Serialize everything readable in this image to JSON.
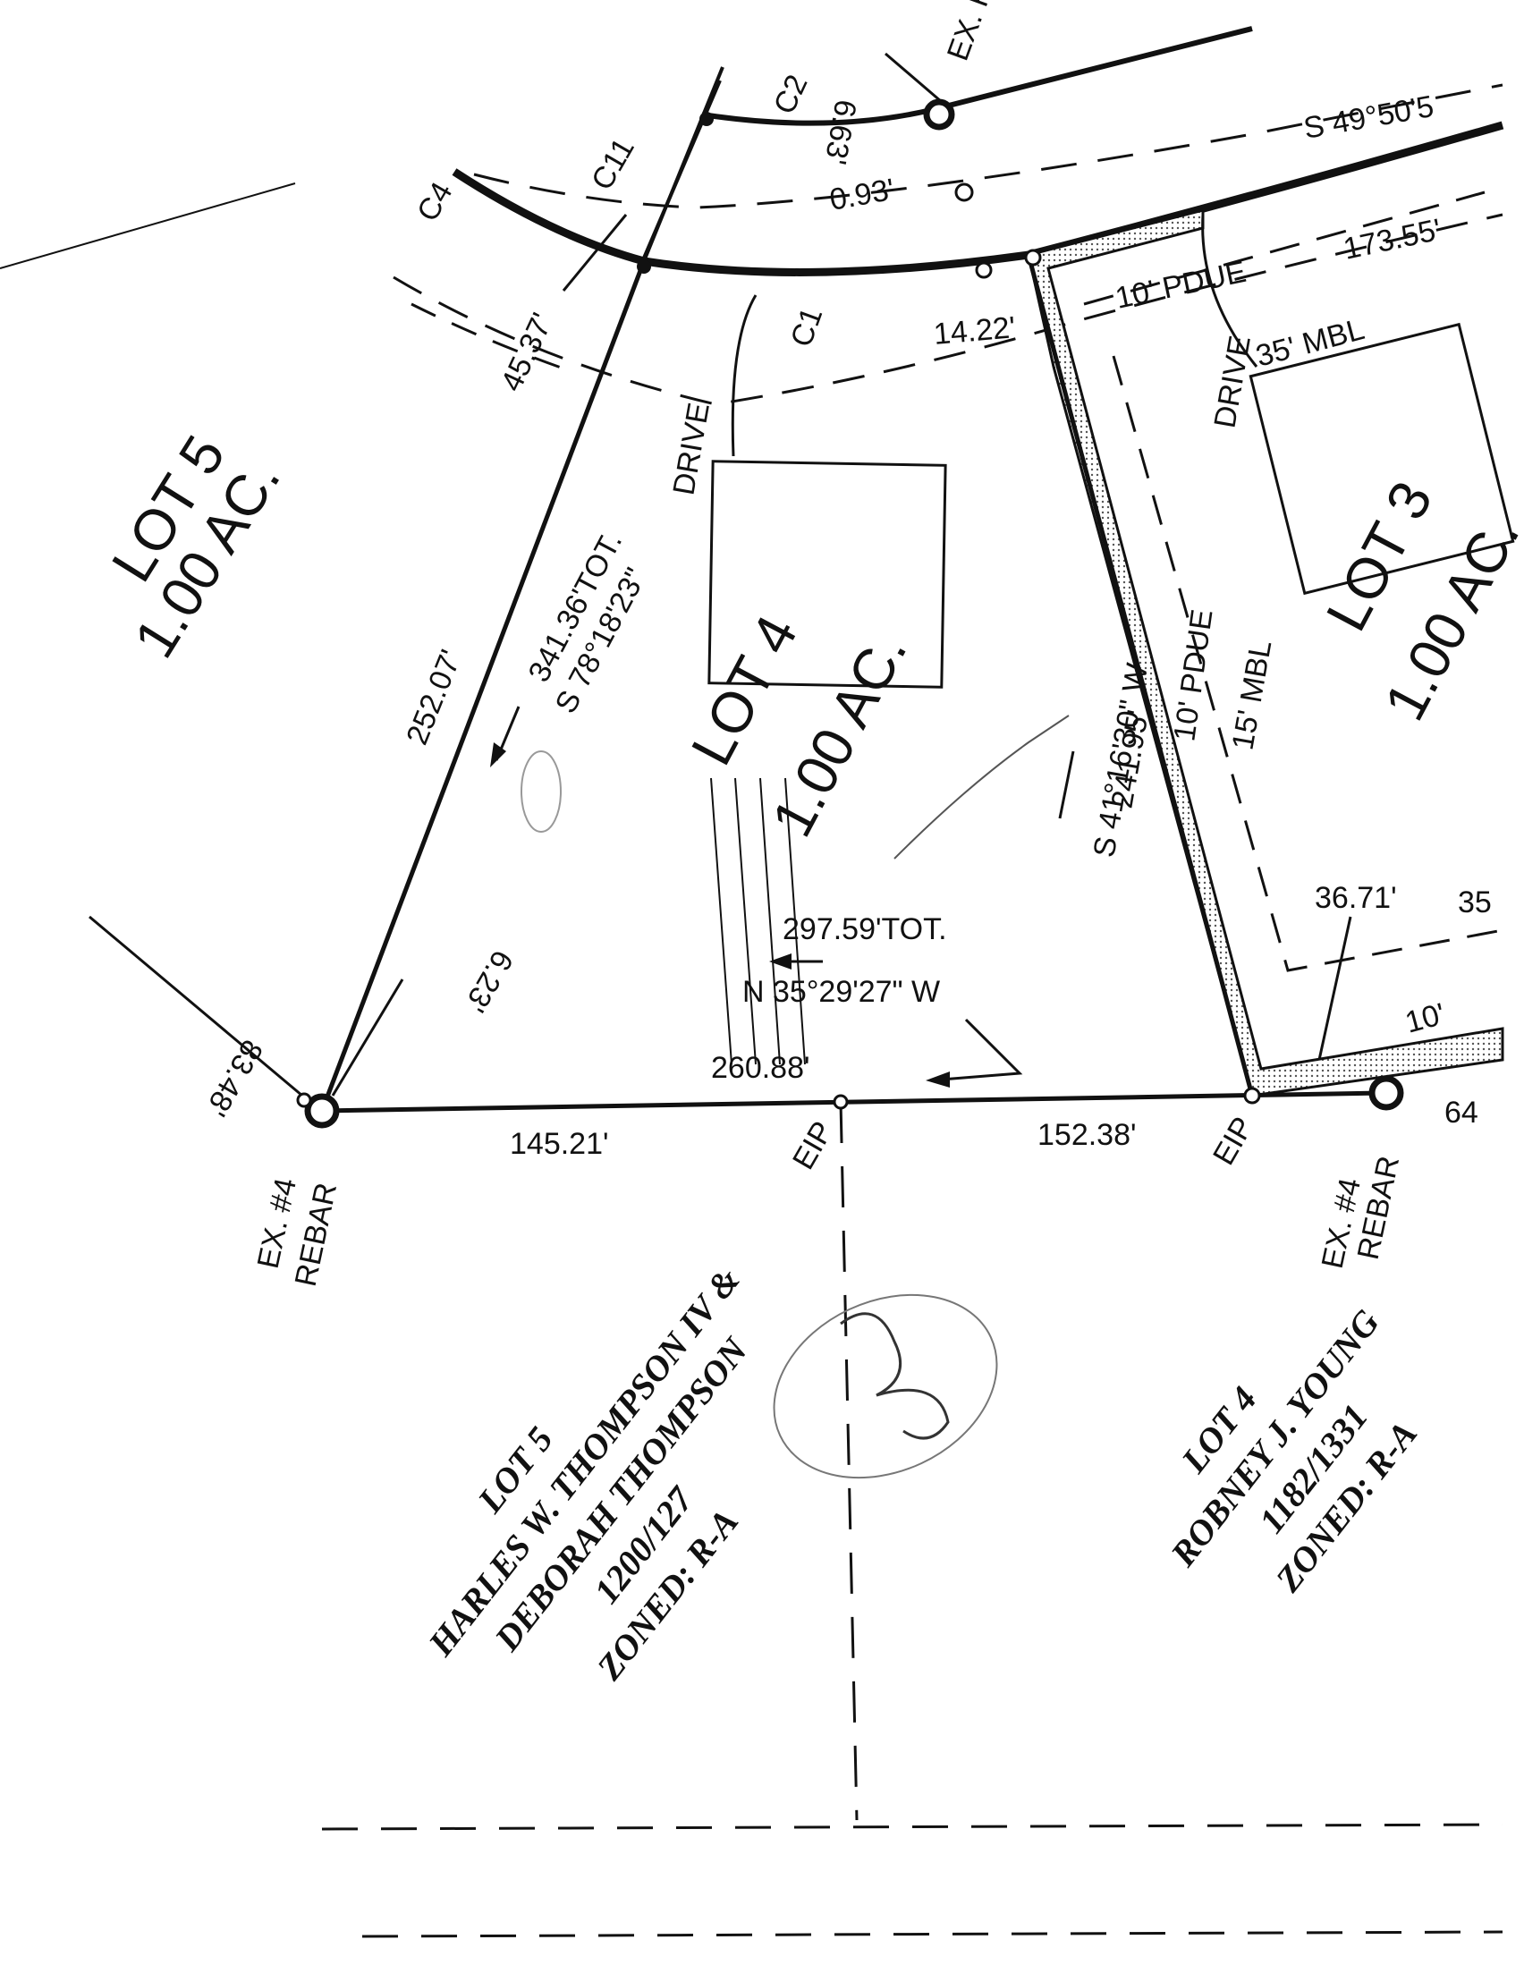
{
  "colors": {
    "ink": "#111111",
    "paper": "#ffffff",
    "easement": "#c8c8c8"
  },
  "labels": {
    "lot5_main": "LOT 5",
    "lot5_main_ac": "1.00 AC.",
    "lot4_main": "LOT 4",
    "lot4_main_ac": "1.00 AC.",
    "lot3_main": "LOT 3",
    "lot3_main_ac": "1.00 AC.",
    "c2": "C2",
    "c2_val": "6.63'",
    "ex_top": "EX. R",
    "c4": "C4",
    "c11": "C11",
    "c1": "C1",
    "bearing_top": "S 49°50'5",
    "d093": "0.93'",
    "d4537": "45.37'",
    "d1422": "14.22'",
    "pdue_top": "10' PDUE",
    "d17355": "173.55'",
    "mbl35": "35' MBL",
    "drive_lot3": "DRIVE",
    "drive_lot4": "DRIVE",
    "tot_west": "341.36'TOT.",
    "bearing_west": "S 78°18'23\"",
    "d25207": "252.07'",
    "bearing_mid": "S 41°16'30\" W",
    "d24195": "241.95'",
    "pdue_side": "10' PDUE",
    "mbl15": "15' MBL",
    "d3671": "36.71'",
    "d35": "35",
    "tot_south": "297.59'TOT.",
    "bearing_south": "N 35°29'27\" W",
    "d26088": "260.88'",
    "d14521": "145.21'",
    "d15238": "152.38'",
    "eip_1": "EIP",
    "eip_2": "EIP",
    "d623": "6.23'",
    "d8348": "83.48'",
    "rebar_l1": "EX. #4",
    "rebar_l2": "REBAR",
    "rebar_r1": "EX. #4",
    "rebar_r2": "REBAR",
    "d10": "10'",
    "d64": "64"
  },
  "adjoiners": {
    "left": {
      "lot": "LOT 5",
      "owner1": "HARLES W. THOMPSON IV &",
      "owner2": "DEBORAH THOMPSON",
      "deed": "1200/127",
      "zone": "ZONED: R-A"
    },
    "right": {
      "lot": "LOT 4",
      "owner1": "ROBNEY J. YOUNG",
      "deed": "1182/1331",
      "zone": "ZONED: R-A"
    }
  }
}
